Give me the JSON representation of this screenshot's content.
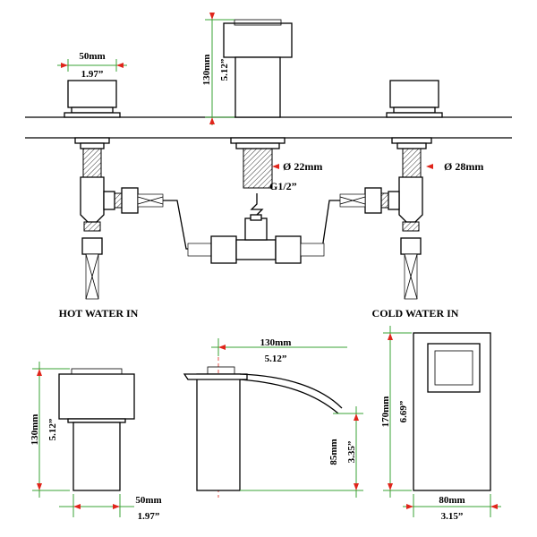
{
  "top_view": {
    "handle_width_mm": "50mm",
    "handle_width_in": "1.97”",
    "spout_height_mm": "130mm",
    "spout_height_in": "5.12”",
    "center_pipe_dia": "Ø 22mm",
    "thread_size": "G1/2”",
    "side_pipe_dia": "Ø 28mm",
    "hot_label": "HOT WATER IN",
    "cold_label": "COLD WATER IN"
  },
  "handle_view": {
    "height_mm": "130mm",
    "height_in": "5.12”",
    "width_mm": "50mm",
    "width_in": "1.97”"
  },
  "spout_side_view": {
    "reach_mm": "130mm",
    "reach_in": "5.12”",
    "outlet_height_mm": "85mm",
    "outlet_height_in": "3.35”"
  },
  "spout_front_view": {
    "height_mm": "170mm",
    "height_in": "6.69”",
    "width_mm": "80mm",
    "width_in": "3.15”"
  },
  "colors": {
    "dimension_line": "#3aa335",
    "arrow": "#e0251b",
    "outline": "#000000"
  }
}
